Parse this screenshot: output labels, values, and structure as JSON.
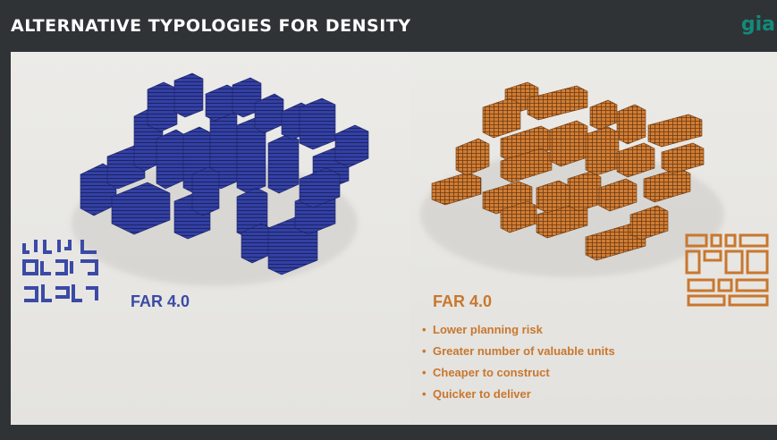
{
  "header": {
    "title": "ALTERNATIVE TYPOLOGIES FOR DENSITY",
    "logo_text": "gia"
  },
  "left_option": {
    "far_label": "FAR 4.0",
    "color": "#3b4aa6",
    "model_icon": "blue-tower-block-model",
    "plan_icon": "blue-typology-plan-icon"
  },
  "right_option": {
    "far_label": "FAR 4.0",
    "color": "#c9772e",
    "model_icon": "orange-perimeter-block-model",
    "plan_icon": "orange-typology-plan-icon",
    "benefits": [
      "Lower planning risk",
      "Greater number of valuable units",
      "Cheaper to construct",
      "Quicker to deliver"
    ],
    "bullet": "•"
  },
  "colors": {
    "dark_bar": "#2f3335",
    "slide_bg": "#e8e7e3",
    "brand": "#138a7a"
  }
}
